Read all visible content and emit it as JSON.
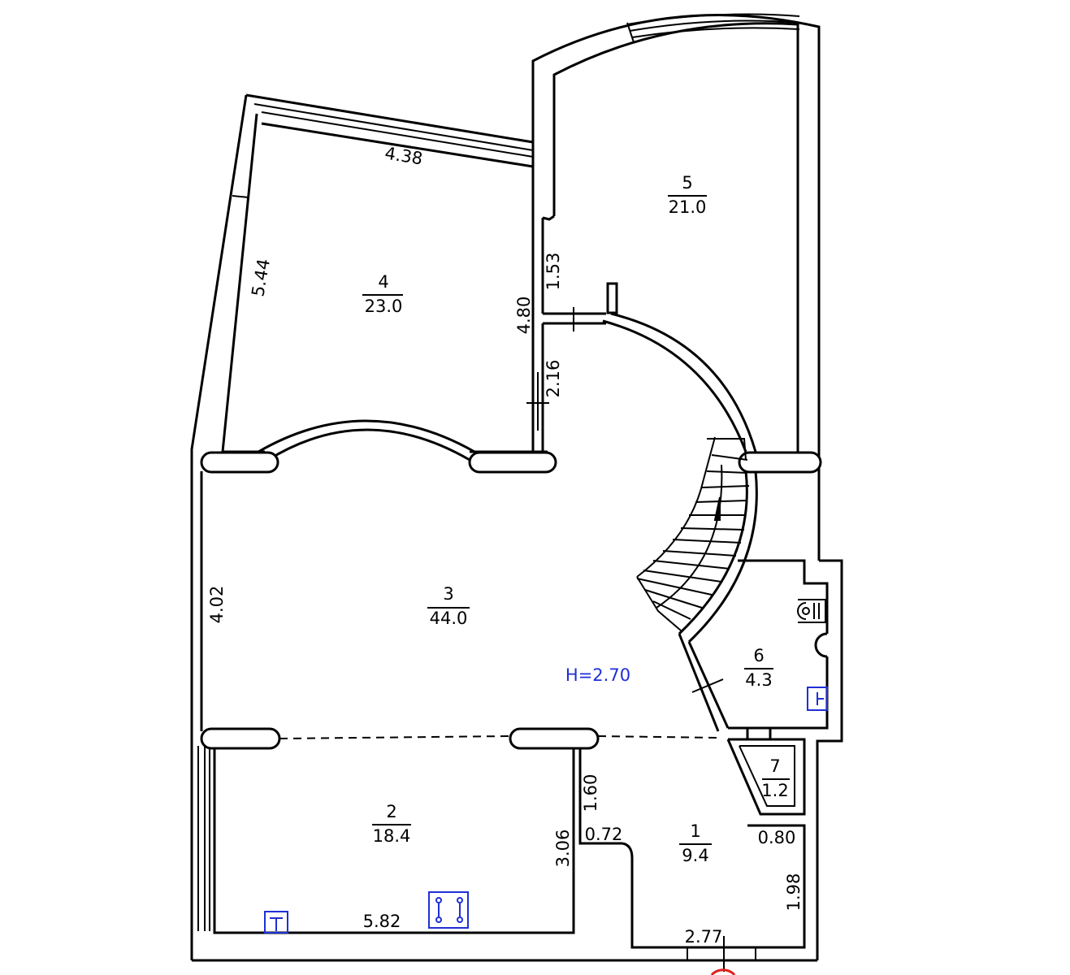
{
  "rooms": [
    {
      "number": "1",
      "area": "9.4"
    },
    {
      "number": "2",
      "area": "18.4"
    },
    {
      "number": "3",
      "area": "44.0"
    },
    {
      "number": "4",
      "area": "23.0"
    },
    {
      "number": "5",
      "area": "21.0"
    },
    {
      "number": "6",
      "area": "4.3"
    },
    {
      "number": "7",
      "area": "1.2"
    }
  ],
  "dimensions": {
    "d_438": "4.38",
    "d_544": "5.44",
    "d_480": "4.80",
    "d_153": "1.53",
    "d_216": "2.16",
    "d_402": "4.02",
    "d_160": "1.60",
    "d_306": "3.06",
    "d_582": "5.82",
    "d_072": "0.72",
    "d_080": "0.80",
    "d_198": "1.98",
    "d_277": "2.77"
  },
  "ceiling_height": "H=2.70",
  "colors": {
    "walls": "#000000",
    "fixtures": "#1f2fd6",
    "entrance": "#e02020"
  }
}
